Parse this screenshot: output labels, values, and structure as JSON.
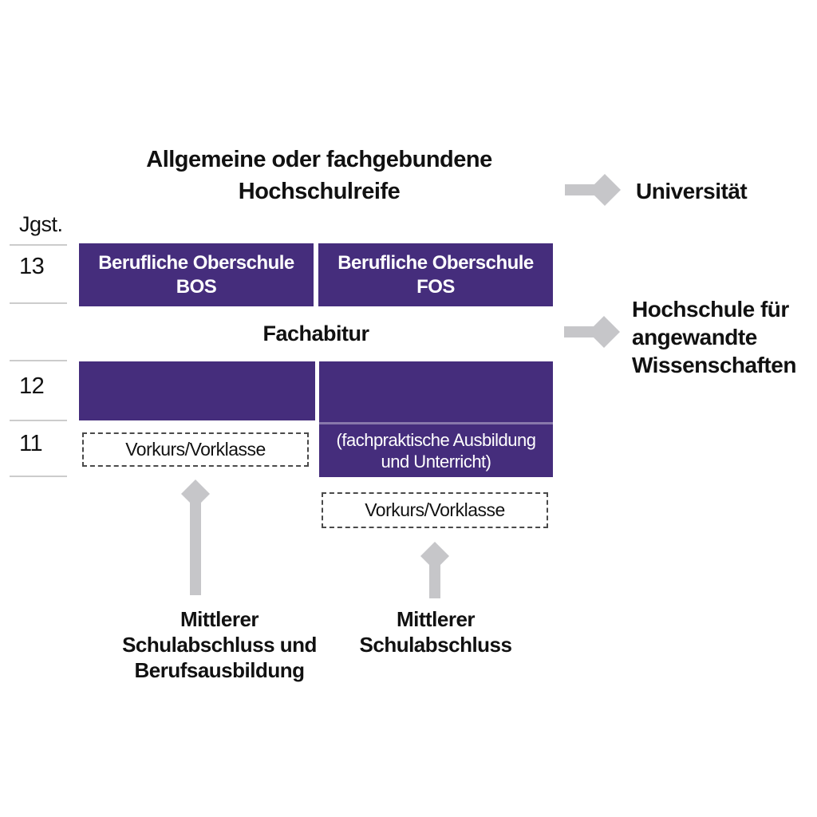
{
  "colors": {
    "box_purple": "#452d7c",
    "separator_purple": "#8878ab",
    "arrow_gray": "#c6c6c9",
    "grid_line_gray": "#cccccc",
    "dashed_border_gray": "#4a4a4a",
    "text_black": "#111111",
    "box_text_white": "#ffffff",
    "background": "#ffffff"
  },
  "title": {
    "line1": "Allgemeine oder fachgebundene",
    "line2": "Hochschulreife"
  },
  "grade_axis": {
    "label": "Jgst.",
    "grades": [
      "13",
      "12",
      "11"
    ]
  },
  "boxes": {
    "bos": {
      "line1": "Berufliche Oberschule",
      "line2": "BOS"
    },
    "fos": {
      "line1": "Berufliche Oberschule",
      "line2": "FOS"
    },
    "fachabitur": "Fachabitur",
    "fos_lower": {
      "line1": "(fachpraktische Ausbildung",
      "line2": "und Unterricht)"
    },
    "vorkurs_left": "Vorkurs/Vorklasse",
    "vorkurs_right": "Vorkurs/Vorklasse"
  },
  "destinations": {
    "university": "Universität",
    "hochschule": {
      "line1": "Hochschule für",
      "line2": "angewandte",
      "line3": "Wissenschaften"
    }
  },
  "entries": {
    "left": {
      "line1": "Mittlerer",
      "line2": "Schulabschluss und",
      "line3": "Berufsausbildung"
    },
    "right": {
      "line1": "Mittlerer",
      "line2": "Schulabschluss"
    }
  }
}
